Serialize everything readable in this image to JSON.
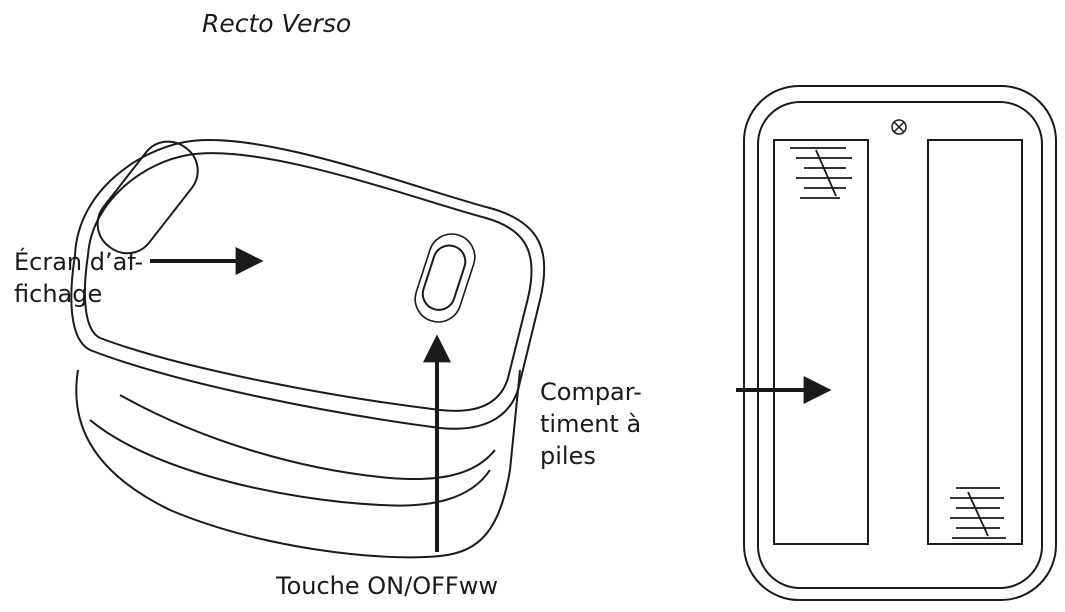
{
  "header": {
    "title": "Recto Verso"
  },
  "labels": {
    "display_screen": "Écran d’af-\nfichage",
    "battery_compartment": "Compar-\ntiment à\npiles",
    "power_button": "Touche ON/OFFww"
  },
  "colors": {
    "line": "#1a1a1a",
    "background": "#ffffff"
  }
}
